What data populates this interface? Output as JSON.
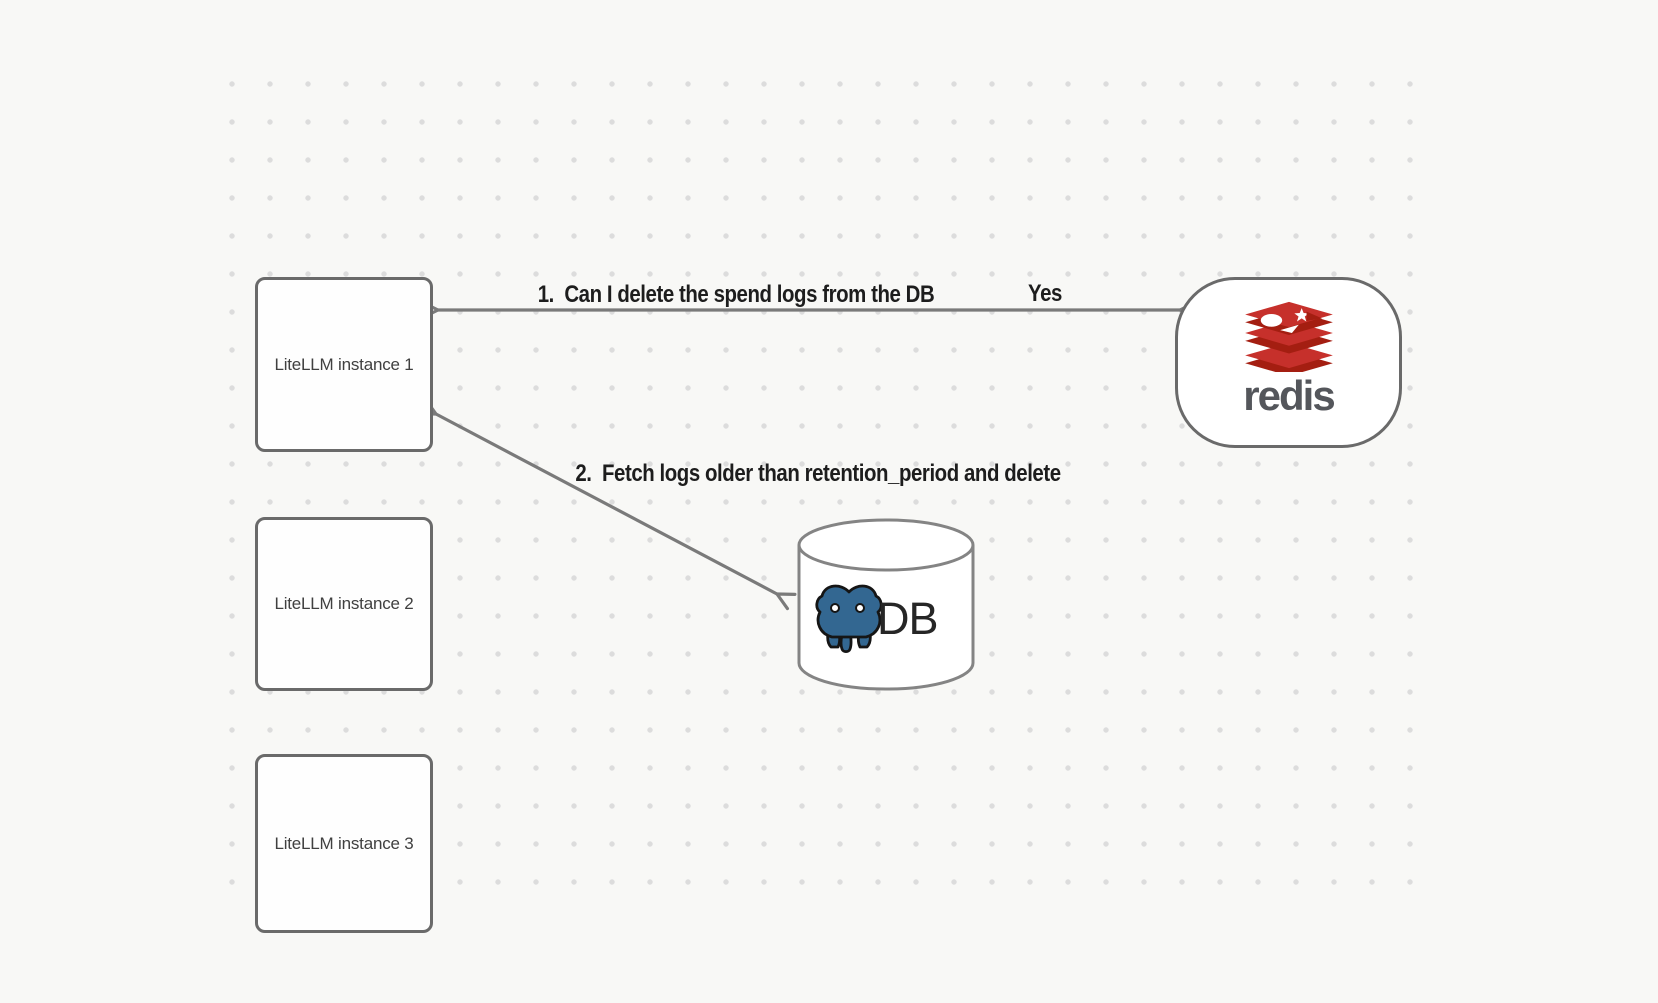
{
  "diagram": {
    "instances": [
      {
        "label": "LiteLLM instance 1"
      },
      {
        "label": "LiteLLM instance 2"
      },
      {
        "label": "LiteLLM instance 3"
      }
    ],
    "redis": {
      "wordmark": "redis"
    },
    "db": {
      "label": "DB"
    },
    "edges": {
      "edge1": {
        "from": "redis",
        "to": "LiteLLM instance 1",
        "direction": "bidirectional",
        "label": "1.  Can I delete the spend logs from the DB",
        "response": "Yes"
      },
      "edge2": {
        "from": "LiteLLM instance 1",
        "to": "DB",
        "direction": "bidirectional",
        "label": "2.  Fetch logs older than retention_period and delete"
      }
    },
    "colors": {
      "background": "#f8f8f6",
      "grid_dot": "#dcdcdc",
      "box_border": "#6a6a6a",
      "arrow": "#7a7a7a",
      "label_text": "#1d1d1d",
      "redis_red": "#C6302B",
      "redis_dark_red": "#A41E11",
      "redis_wordmark": "#54565b",
      "postgres_blue": "#336791",
      "cylinder_stroke": "#848484"
    }
  }
}
